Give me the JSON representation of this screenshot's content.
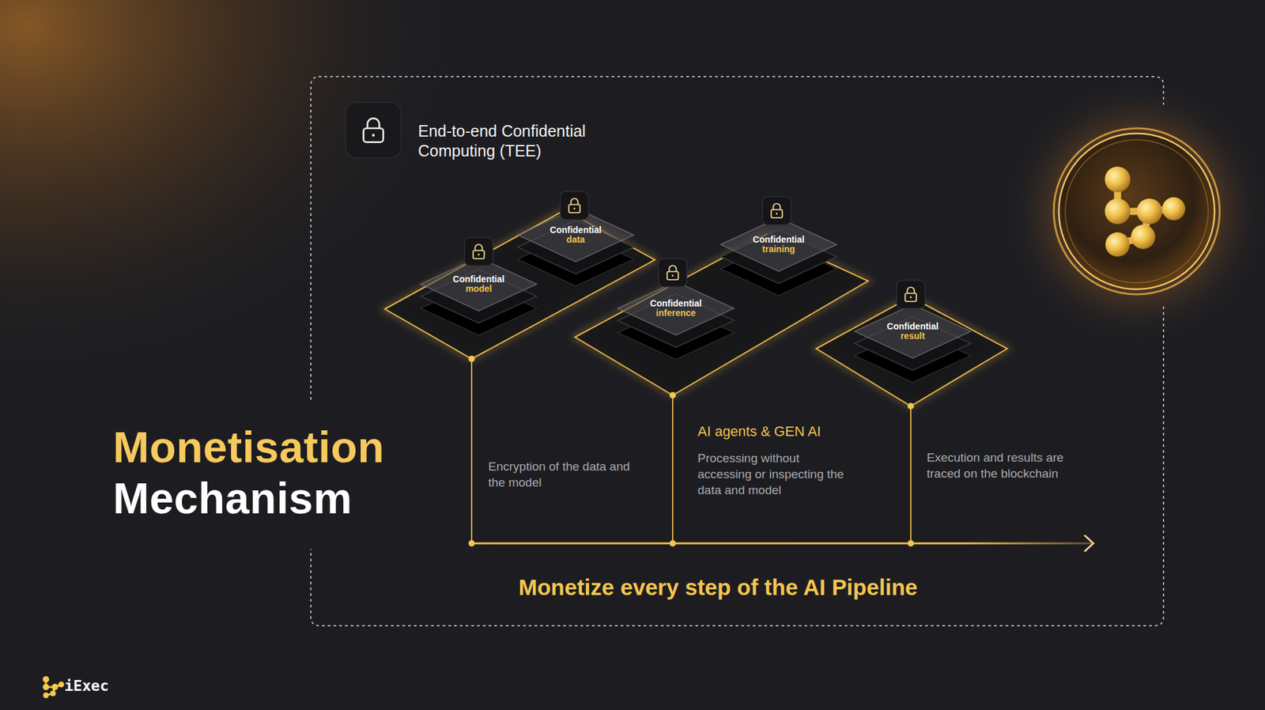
{
  "diagram": {
    "title": "Monetisation Mechanism",
    "nodes": [
      {
        "text": [
          "End-to-end Confidential Computing (TEE)"
        ]
      },
      {
        "text": [
          "Confidential model"
        ],
        "in": 0
      },
      {
        "text": [
          "Confidential data"
        ],
        "in": 0
      },
      {
        "text": [
          "Confidential inference"
        ],
        "in": 0
      },
      {
        "text": [
          "Confidential training"
        ],
        "in": 0
      },
      {
        "text": [
          "Confidential result"
        ],
        "in": 0
      }
    ],
    "labels": [
      "Encryption of the data and the model",
      "AI agents & GEN AI",
      "Processing without accessing or inspecting the data and model",
      "Execution and results are traced on the blockchain",
      "Monetize every step of the AI Pipeline",
      "iExec"
    ]
  }
}
